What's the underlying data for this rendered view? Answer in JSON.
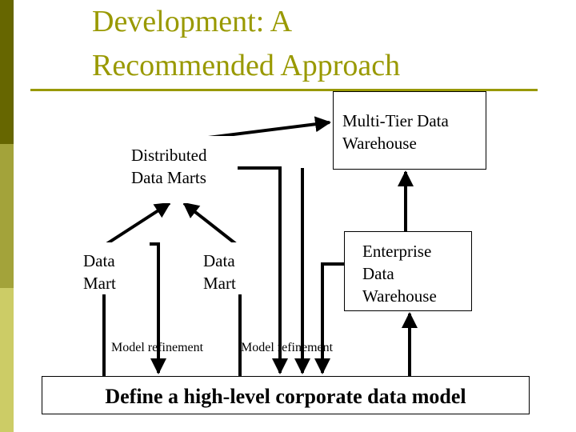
{
  "slide": {
    "title": "Development: A Recommended Approach",
    "title_line_1": "Development: A",
    "title_line_2": "Recommended Approach",
    "accent_color": "#999900",
    "sidebar_colors": [
      "#666600",
      "#999933",
      "#cccc66",
      "#999900"
    ]
  },
  "diagram": {
    "multi_tier_line_1": "Multi-Tier Data",
    "multi_tier_line_2": "Warehouse",
    "distributed_line_1": "Distributed",
    "distributed_line_2": "Data Marts",
    "data_mart_left_line_1": "Data",
    "data_mart_left_line_2": "Mart",
    "data_mart_mid_line_1": "Data",
    "data_mart_mid_line_2": "Mart",
    "enterprise_line_1": "Enterprise",
    "enterprise_line_2": "Data",
    "enterprise_line_3": "Warehouse",
    "model_refinement_left": "Model refinement",
    "model_refinement_right": "Model refinement",
    "corporate_model": "Define a high-level corporate data model"
  }
}
